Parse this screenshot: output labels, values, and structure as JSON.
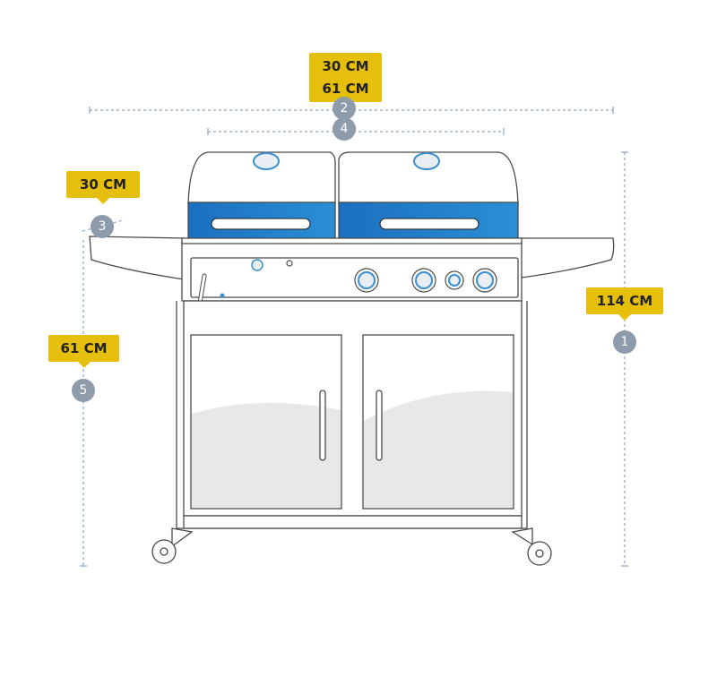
{
  "colors": {
    "tag": "#e6bf0c",
    "badge": "#8d9bab",
    "dimension_line": "#8aa4c8",
    "lid_blue": "#1a75c4",
    "outline": "#4a4a4a",
    "knob_ring": "#3a8fd0"
  },
  "dimensions": [
    {
      "id": "1",
      "label": "114 CM",
      "axis": "vertical",
      "what": "height"
    },
    {
      "id": "2",
      "label": "30 CM",
      "axis": "horizontal"
    },
    {
      "id": "3",
      "label": "30 CM",
      "axis": "horizontal"
    },
    {
      "id": "4",
      "label": "61 CM",
      "axis": "horizontal"
    },
    {
      "id": "5",
      "label": "61 CM",
      "axis": "vertical"
    }
  ]
}
